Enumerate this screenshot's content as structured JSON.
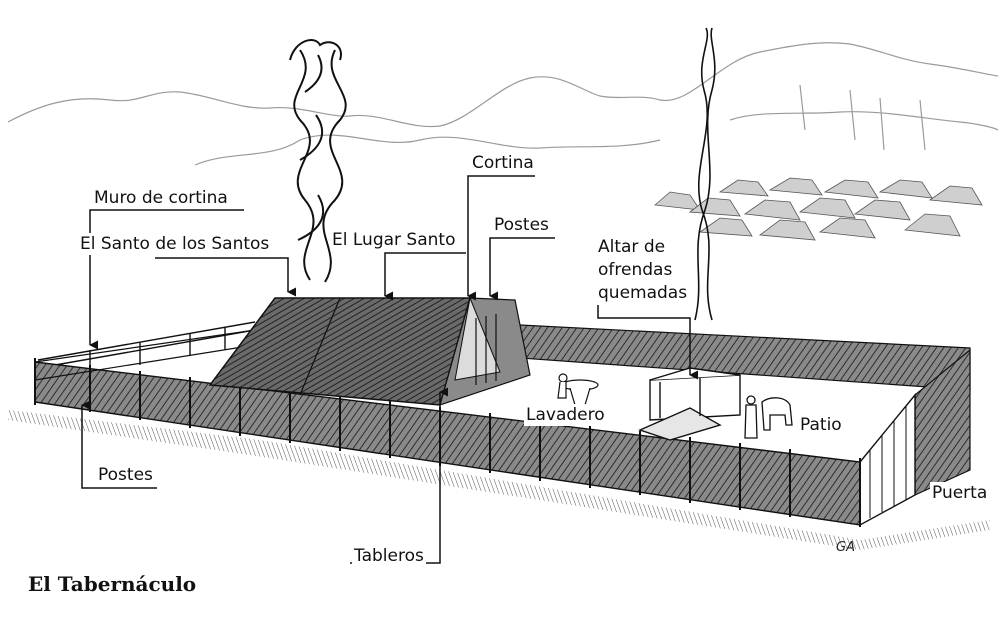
{
  "title": "El Tabernáculo",
  "signature": "GA",
  "labels": {
    "muro_de_cortina": "Muro de cortina",
    "santo_de_los_santos": "El Santo de los Santos",
    "lugar_santo": "El Lugar Santo",
    "cortina": "Cortina",
    "postes_top": "Postes",
    "altar": "Altar de\nofrendas\nquemadas",
    "lavadero": "Lavadero",
    "patio": "Patio",
    "puerta": "Puerta",
    "postes_bottom": "Postes",
    "tableros": "Tableros"
  },
  "colors": {
    "ink": "#111111",
    "mountain": "#9a9a9a",
    "fence_fill": "#6d6d6d",
    "tent_fill": "#4d4d4d"
  }
}
